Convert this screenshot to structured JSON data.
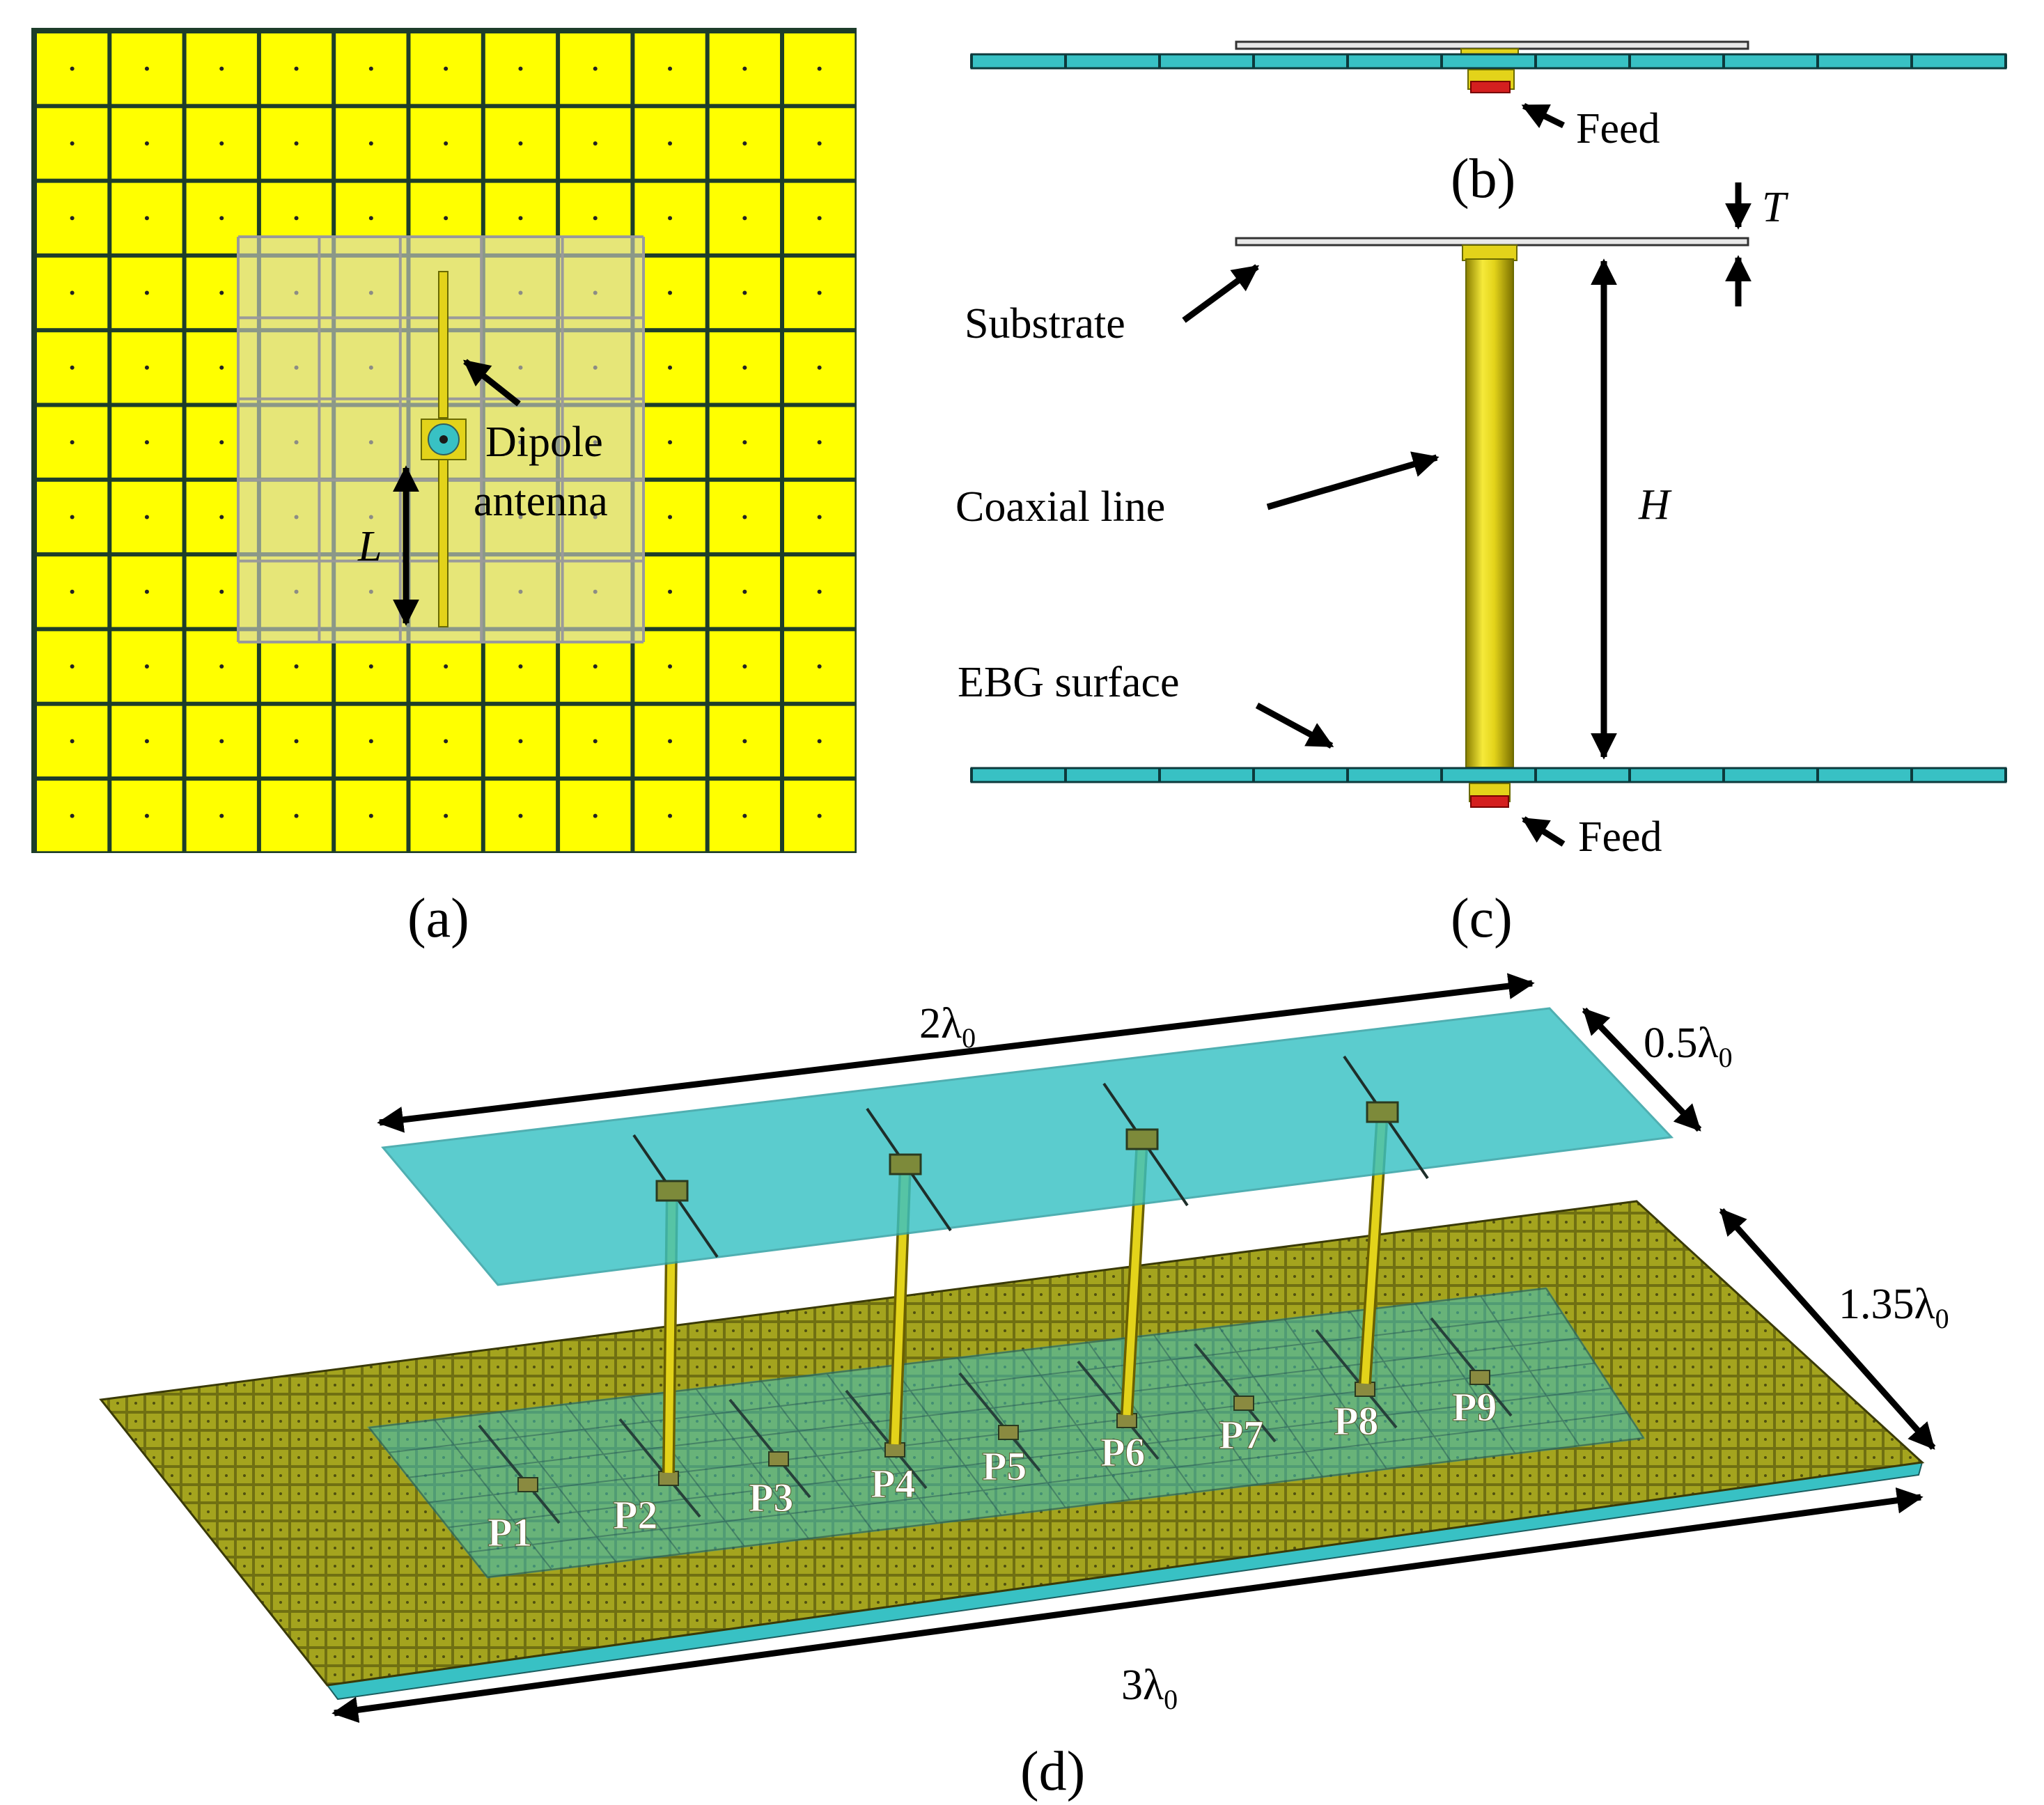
{
  "captions": {
    "a": "(a)",
    "b": "(b)",
    "c": "(c)",
    "d": "(d)"
  },
  "panel_a": {
    "dipole_label_line1": "Dipole",
    "dipole_label_line2": "antenna",
    "length_label": "L"
  },
  "panel_b": {
    "feed_label": "Feed"
  },
  "panel_c": {
    "thickness_label": "T",
    "substrate_label": "Substrate",
    "coaxial_label": "Coaxial line",
    "height_label": "H",
    "ebg_label": "EBG surface",
    "feed_label": "Feed"
  },
  "panel_d": {
    "top_width_label": "2λ",
    "top_width_sub": "0",
    "top_depth_label": "0.5λ",
    "top_depth_sub": "0",
    "ground_depth_label": "1.35λ",
    "ground_depth_sub": "0",
    "ground_width_label": "3λ",
    "ground_width_sub": "0",
    "ports": [
      "P1",
      "P2",
      "P3",
      "P4",
      "P5",
      "P6",
      "P7",
      "P8",
      "P9"
    ]
  },
  "colors": {
    "ebg_patch": "#ffff00",
    "ebg_grid": "#1d3d2a",
    "substrate_top": "#38c1c4",
    "coax": "#e3d31a",
    "feed": "#d41f1f",
    "ebg_3d": "#8a8a10"
  }
}
